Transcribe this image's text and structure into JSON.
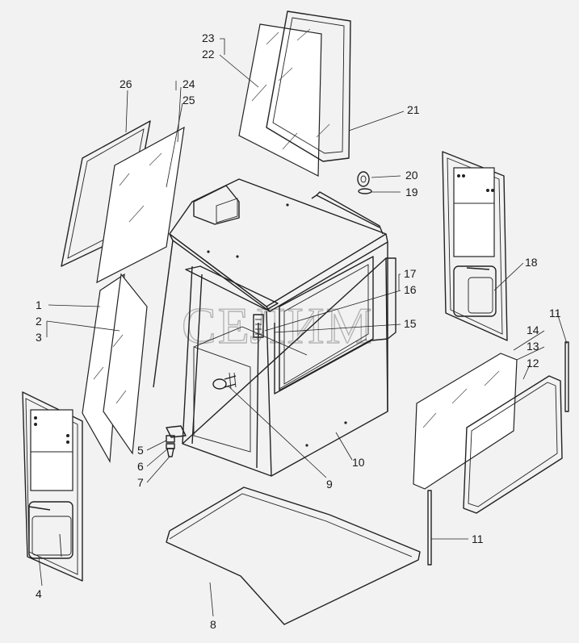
{
  "watermark": "СЕЛИМ",
  "callouts": [
    {
      "id": "1",
      "label": "1"
    },
    {
      "id": "2",
      "label": "2"
    },
    {
      "id": "3",
      "label": "3"
    },
    {
      "id": "4",
      "label": "4"
    },
    {
      "id": "5",
      "label": "5"
    },
    {
      "id": "6",
      "label": "6"
    },
    {
      "id": "7",
      "label": "7"
    },
    {
      "id": "8",
      "label": "8"
    },
    {
      "id": "9",
      "label": "9"
    },
    {
      "id": "10",
      "label": "10"
    },
    {
      "id": "11a",
      "label": "11"
    },
    {
      "id": "11b",
      "label": "11"
    },
    {
      "id": "12",
      "label": "12"
    },
    {
      "id": "13",
      "label": "13"
    },
    {
      "id": "14",
      "label": "14"
    },
    {
      "id": "15",
      "label": "15"
    },
    {
      "id": "16",
      "label": "16"
    },
    {
      "id": "17",
      "label": "17"
    },
    {
      "id": "18",
      "label": "18"
    },
    {
      "id": "19",
      "label": "19"
    },
    {
      "id": "20",
      "label": "20"
    },
    {
      "id": "21",
      "label": "21"
    },
    {
      "id": "22",
      "label": "22"
    },
    {
      "id": "23",
      "label": "23"
    },
    {
      "id": "24",
      "label": "24"
    },
    {
      "id": "25",
      "label": "25"
    },
    {
      "id": "26",
      "label": "26"
    }
  ]
}
